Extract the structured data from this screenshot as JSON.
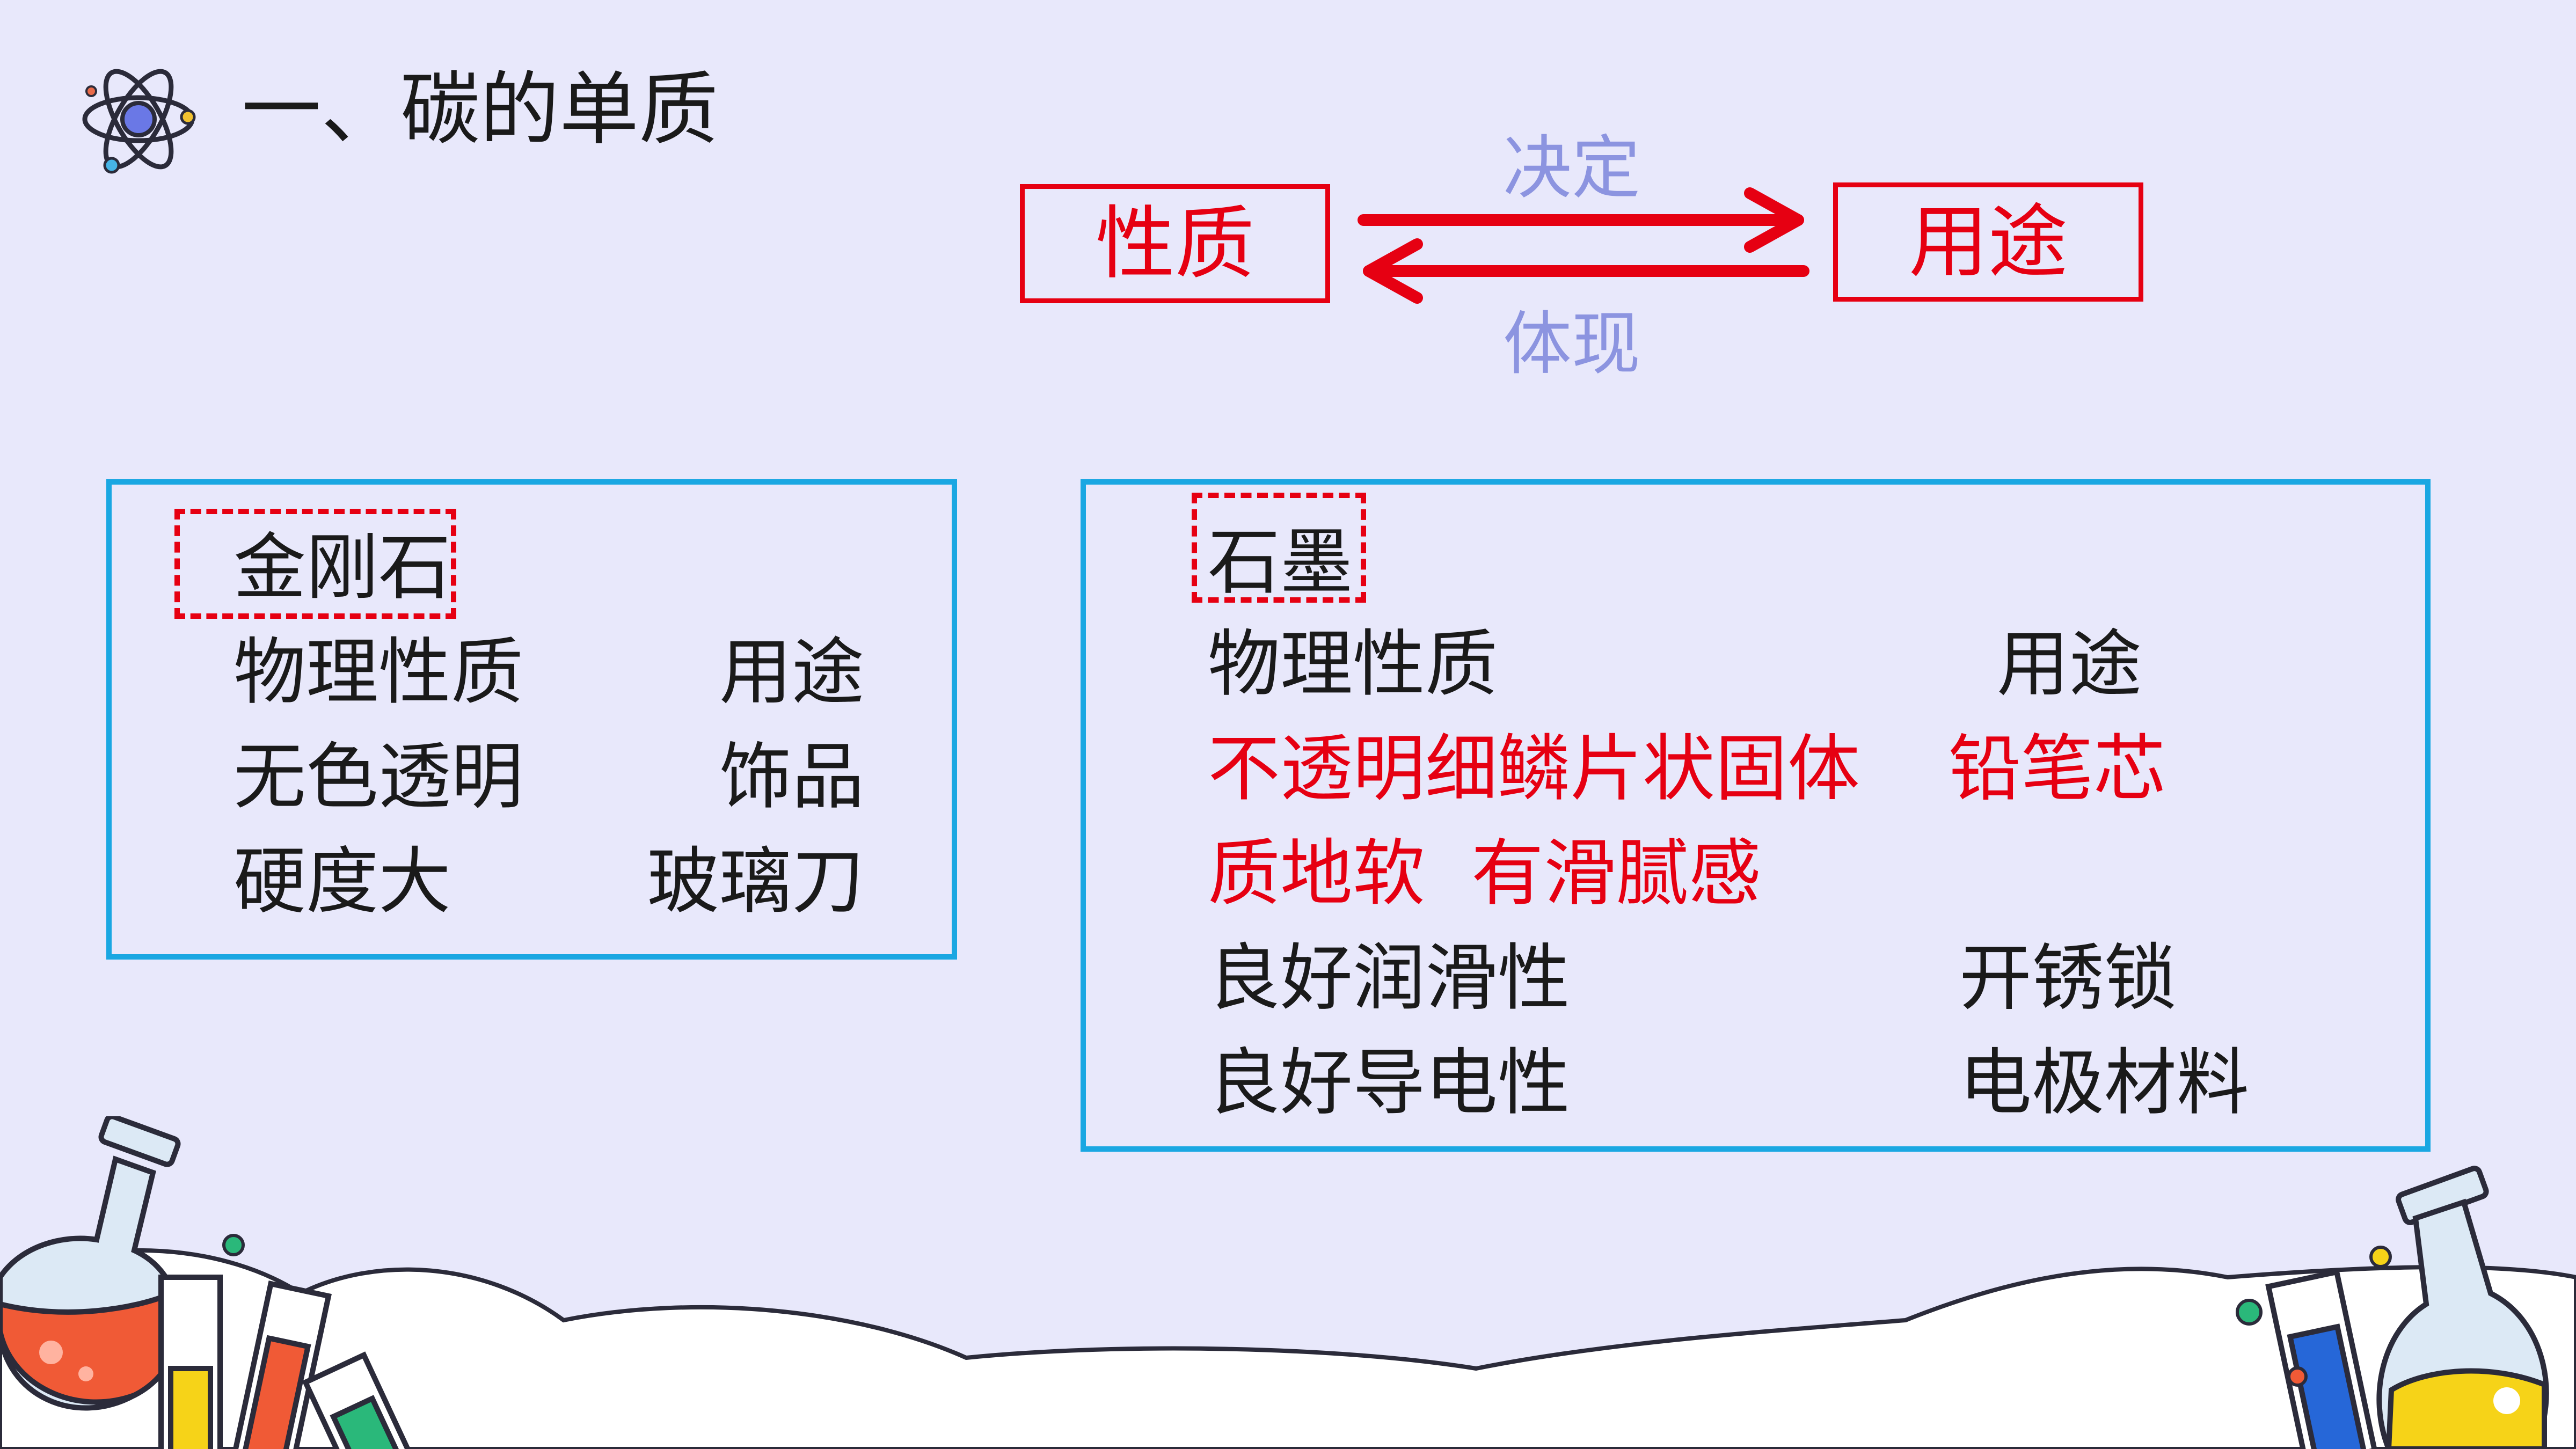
{
  "title": "一、碳的单质",
  "relation": {
    "left": "性质",
    "right": "用途",
    "top_label": "决定",
    "bottom_label": "体现"
  },
  "diamond": {
    "name": "金刚石",
    "header_props": "物理性质",
    "header_uses": "用途",
    "rows": [
      {
        "prop": "无色透明",
        "use": "饰品"
      },
      {
        "prop": "硬度大",
        "use": "玻璃刀"
      }
    ]
  },
  "graphite": {
    "name": "石墨",
    "header_props": "物理性质",
    "header_uses": "用途",
    "red_line1_prop": "不透明细鳞片状固体",
    "red_line1_use": "铅笔芯",
    "red_line2": "质地软  有滑腻感",
    "rows": [
      {
        "prop": "良好润滑性",
        "use": "开锈锁"
      },
      {
        "prop": "良好导电性",
        "use": "电极材料"
      }
    ]
  },
  "colors": {
    "background": "#e8e8fb",
    "accent_red": "#e60012",
    "box_blue": "#1aa7e2",
    "label_purple": "#8c94e0"
  }
}
